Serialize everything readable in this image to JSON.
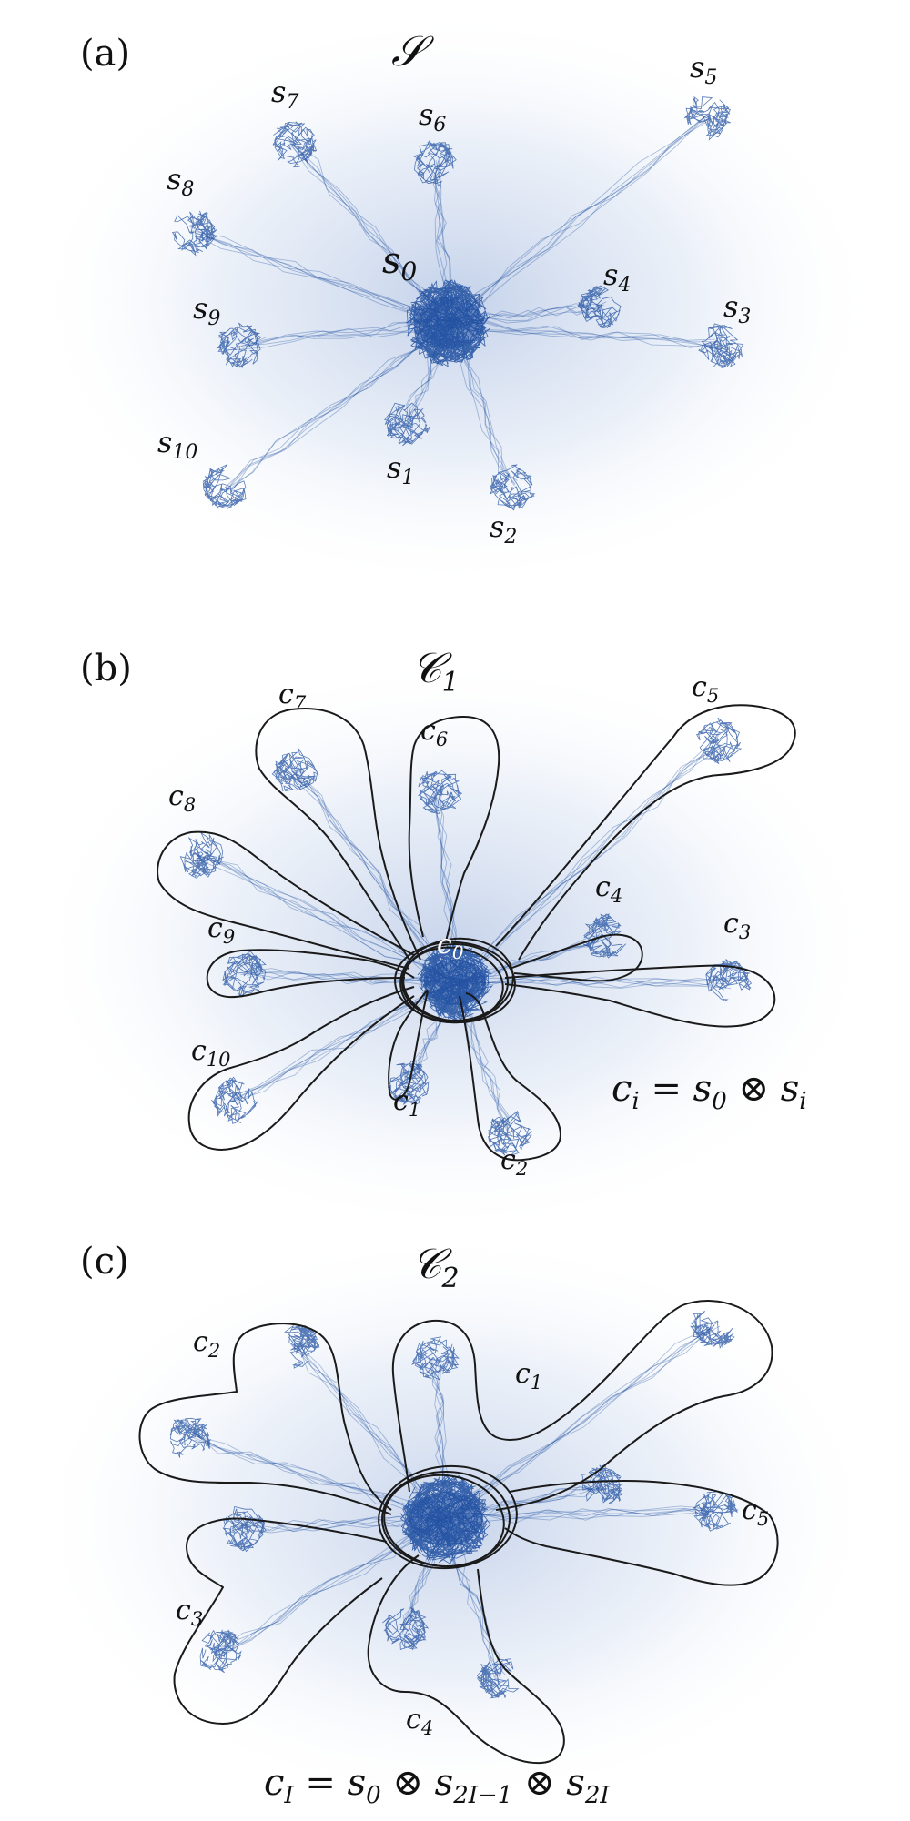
{
  "panels": [
    {
      "tag": "(a)",
      "title": "𝒮",
      "center_label": "s",
      "center_sub": "0",
      "state_labels": [
        {
          "base": "s",
          "sub": "1"
        },
        {
          "base": "s",
          "sub": "2"
        },
        {
          "base": "s",
          "sub": "3"
        },
        {
          "base": "s",
          "sub": "4"
        },
        {
          "base": "s",
          "sub": "5"
        },
        {
          "base": "s",
          "sub": "6"
        },
        {
          "base": "s",
          "sub": "7"
        },
        {
          "base": "s",
          "sub": "8"
        },
        {
          "base": "s",
          "sub": "9"
        },
        {
          "base": "s",
          "sub": "10"
        }
      ]
    },
    {
      "tag": "(b)",
      "title": "𝒞",
      "title_sub": "1",
      "center_label": "c",
      "center_sub": "0",
      "cluster_labels": [
        {
          "base": "c",
          "sub": "1"
        },
        {
          "base": "c",
          "sub": "2"
        },
        {
          "base": "c",
          "sub": "3"
        },
        {
          "base": "c",
          "sub": "4"
        },
        {
          "base": "c",
          "sub": "5"
        },
        {
          "base": "c",
          "sub": "6"
        },
        {
          "base": "c",
          "sub": "7"
        },
        {
          "base": "c",
          "sub": "8"
        },
        {
          "base": "c",
          "sub": "9"
        },
        {
          "base": "c",
          "sub": "10"
        }
      ],
      "formula": {
        "lhs": "c",
        "lhs_sub": "i",
        "eq": " = s",
        "s0_sub": "0",
        "op": " ⊗ s",
        "si_sub": "i"
      }
    },
    {
      "tag": "(c)",
      "title": "𝒞",
      "title_sub": "2",
      "cluster_labels": [
        {
          "base": "c",
          "sub": "1"
        },
        {
          "base": "c",
          "sub": "2"
        },
        {
          "base": "c",
          "sub": "3"
        },
        {
          "base": "c",
          "sub": "4"
        },
        {
          "base": "c",
          "sub": "5"
        }
      ],
      "formula": {
        "lhs": "c",
        "lhs_sub": "I",
        "eq": " = s",
        "s0_sub": "0",
        "op1": " ⊗ s",
        "mid_sub": "2I−1",
        "op2": " ⊗ s",
        "last_sub": "2I"
      }
    }
  ],
  "colors": {
    "trajectory": "#1f4fa0",
    "glow": "#c9d6ec",
    "outline": "#1a1a1a"
  }
}
